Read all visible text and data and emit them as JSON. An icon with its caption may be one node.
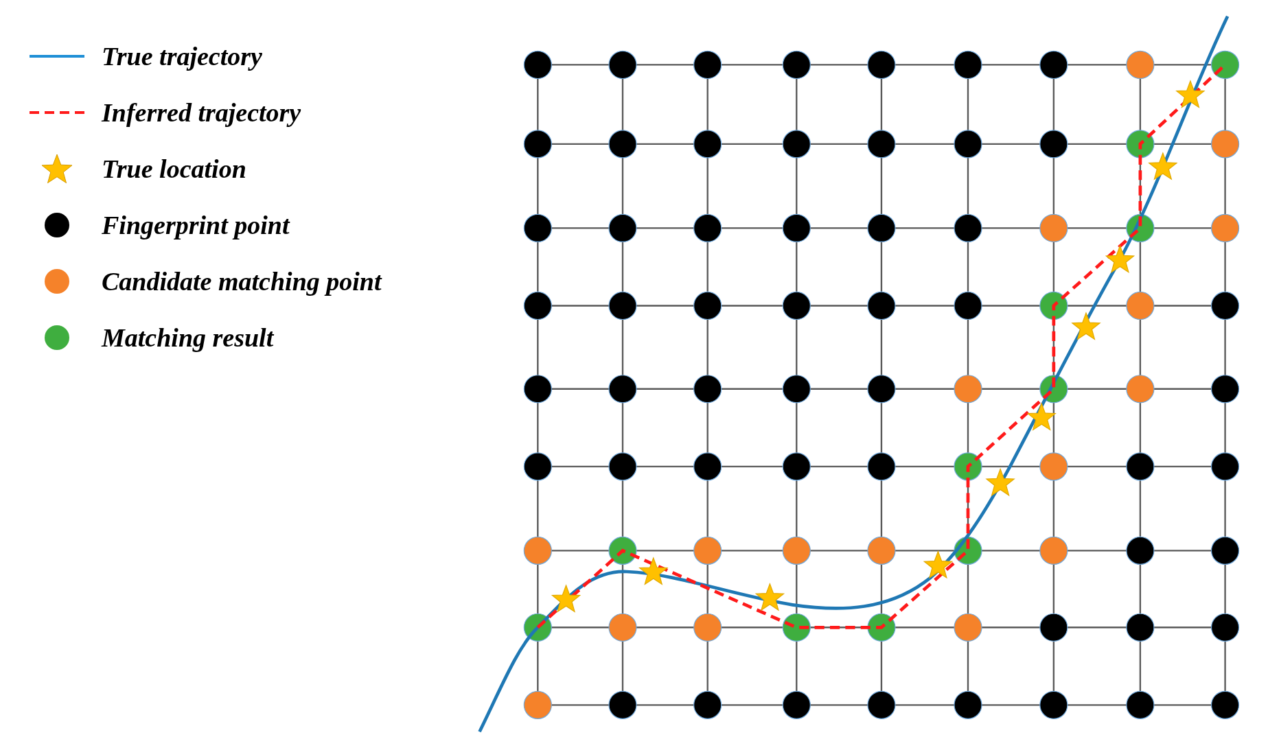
{
  "diagram": {
    "legend": [
      {
        "text": "True trajectory"
      },
      {
        "text": "Inferred trajectory"
      },
      {
        "text": "True location"
      },
      {
        "text": "Fingerprint point",
        "color": "#000000"
      },
      {
        "text": "Candidate matching point",
        "color": "#f5822a"
      },
      {
        "text": "Matching result",
        "color": "#3fae3f"
      }
    ]
  }
}
